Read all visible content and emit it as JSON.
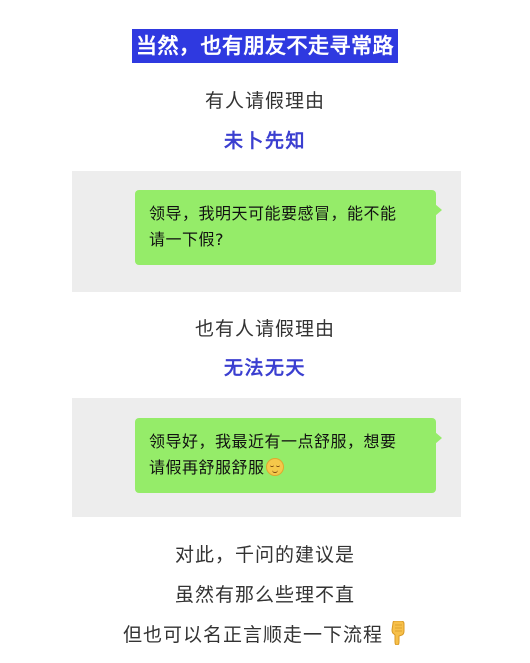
{
  "title": "当然，也有朋友不走寻常路",
  "section1": {
    "caption": "有人请假理由",
    "tag": "未卜先知",
    "message_line1": "领导，我明天可能要感冒，能不能",
    "message_line2": "请一下假?"
  },
  "section2": {
    "caption": "也有人请假理由",
    "tag": "无法无天",
    "message_line1": "领导好，我最近有一点舒服，想要",
    "message_line2": "请假再舒服舒服",
    "emoji": "relieved-face-emoji"
  },
  "closing": {
    "line1": "对此，千问的建议是",
    "line2": "虽然有那么些理不直",
    "line3": "但也可以名正言顺走一下流程",
    "icon": "pointing-down-hand-emoji"
  },
  "colors": {
    "title_bg": "#2f39e0",
    "accent": "#3b3fd0",
    "bubble": "#95ec69",
    "panel": "#ededed"
  }
}
